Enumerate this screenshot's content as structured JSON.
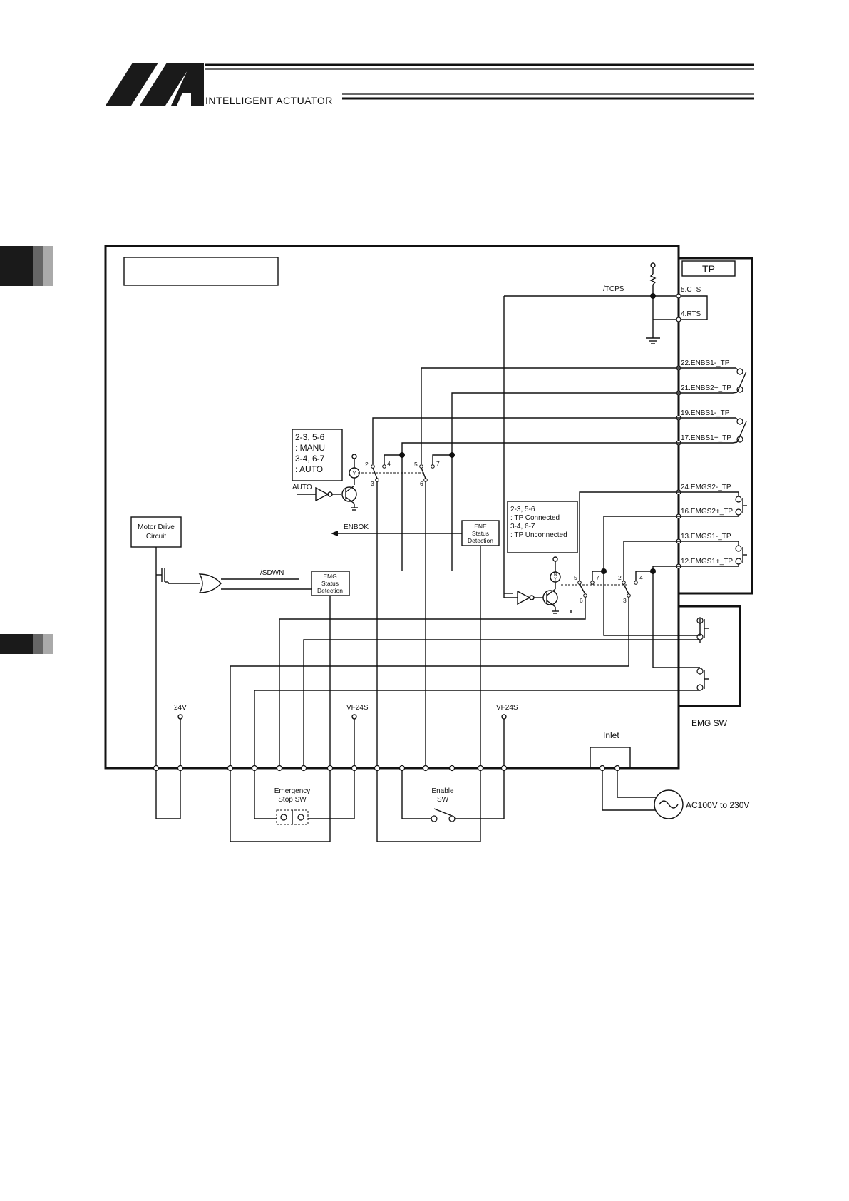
{
  "header": {
    "logo_text": "INTELLIGENT ACTUATOR"
  },
  "tp": {
    "title": "TP",
    "pins": [
      "5.CTS",
      "4.RTS",
      "22.ENBS1-_TP",
      "21.ENBS2+_TP",
      "19.ENBS1-_TP",
      "17.ENBS1+_TP",
      "24.EMGS2-_TP",
      "16.EMGS2+_TP",
      "13.EMGS1-_TP",
      "12.EMGS1+_TP"
    ]
  },
  "signals": {
    "tcps": "/TCPS",
    "auto": "AUTO",
    "enbok": "ENBOK",
    "sdwn": "/SDWN",
    "v24": "24V",
    "vf24s_1": "VF24S",
    "vf24s_2": "VF24S"
  },
  "mode_box": [
    "2-3, 5-6",
    ": MANU",
    "3-4, 6-7",
    ": AUTO"
  ],
  "tp_box": [
    "2-3, 5-6",
    ": TP Connected",
    "3-4, 6-7",
    ": TP Unconnected"
  ],
  "relay_pins_1": [
    "2",
    "3",
    "4",
    "5",
    "6",
    "7"
  ],
  "relay_pins_2": [
    "5",
    "6",
    "7",
    "2",
    "3",
    "4"
  ],
  "blocks": {
    "motor_drive": [
      "Motor Drive",
      "Circuit"
    ],
    "ene_status": [
      "ENE",
      "Status",
      "Detection"
    ],
    "emg_status": [
      "EMG",
      "Status",
      "Detection"
    ],
    "inlet": "Inlet",
    "emg_sw": "EMG SW",
    "ac": "AC100V to 230V",
    "estop": [
      "Emergency",
      "Stop SW"
    ],
    "enable": [
      "Enable",
      "SW"
    ]
  }
}
